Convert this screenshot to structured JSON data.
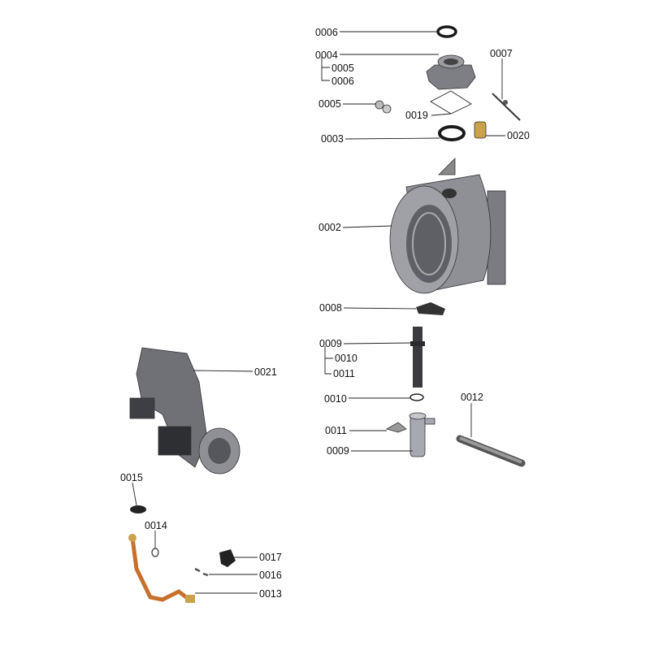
{
  "diagram": {
    "type": "exploded-parts-diagram",
    "colors": {
      "metal": "#8e9096",
      "dark": "#3a3b3f",
      "copper": "#c8702e",
      "brass": "#c9a24a"
    },
    "labels": {
      "p0006_top": "0006",
      "p0004": "0004",
      "p0005_sub": "0005",
      "p0006_sub": "0006",
      "p0005": "0005",
      "p0007": "0007",
      "p0019": "0019",
      "p0003": "0003",
      "p0020": "0020",
      "p0002": "0002",
      "p0008": "0008",
      "p0009_top": "0009",
      "p0010_sub": "0010",
      "p0011_sub": "0011",
      "p0010": "0010",
      "p0012": "0012",
      "p0011": "0011",
      "p0009": "0009",
      "p0021": "0021",
      "p0015": "0015",
      "p0014": "0014",
      "p0017": "0017",
      "p0016": "0016",
      "p0013": "0013"
    }
  }
}
